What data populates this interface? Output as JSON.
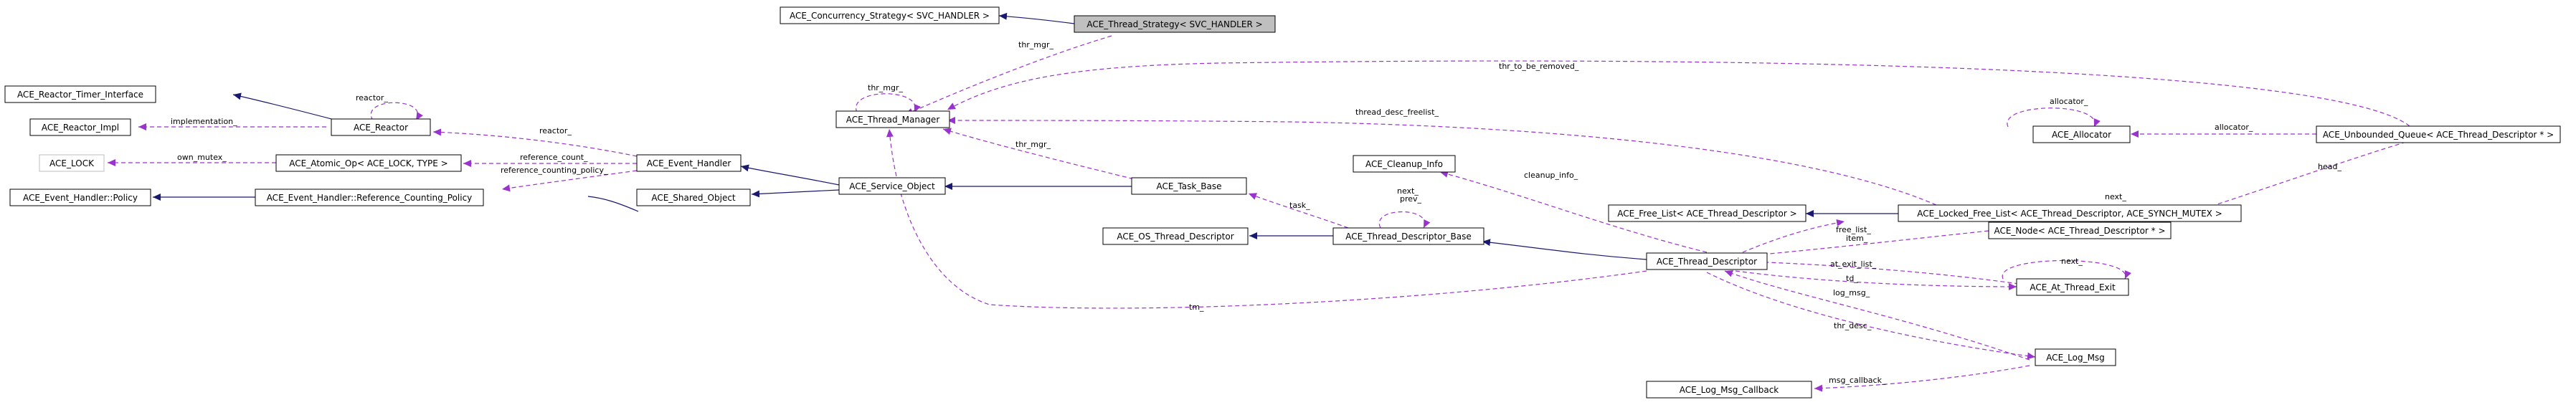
{
  "diagram": {
    "nodes": [
      {
        "id": "n_conc",
        "label": "ACE_Concurrency_Strategy< SVC_HANDLER >"
      },
      {
        "id": "n_tstrat",
        "label": "ACE_Thread_Strategy< SVC_HANDLER >",
        "highlight": true
      },
      {
        "id": "n_rti",
        "label": "ACE_Reactor_Timer_Interface"
      },
      {
        "id": "n_rimpl",
        "label": "ACE_Reactor_Impl"
      },
      {
        "id": "n_reactor",
        "label": "ACE_Reactor"
      },
      {
        "id": "n_tmgr",
        "label": "ACE_Thread_Manager"
      },
      {
        "id": "n_lock",
        "label": "ACE_LOCK",
        "grey": true
      },
      {
        "id": "n_atomic",
        "label": "ACE_Atomic_Op< ACE_LOCK, TYPE >"
      },
      {
        "id": "n_eh",
        "label": "ACE_Event_Handler"
      },
      {
        "id": "n_policy",
        "label": "ACE_Event_Handler::Policy"
      },
      {
        "id": "n_rcp",
        "label": "ACE_Event_Handler::Reference_Counting_Policy"
      },
      {
        "id": "n_sho",
        "label": "ACE_Shared_Object"
      },
      {
        "id": "n_so",
        "label": "ACE_Service_Object"
      },
      {
        "id": "n_task",
        "label": "ACE_Task_Base"
      },
      {
        "id": "n_ci",
        "label": "ACE_Cleanup_Info"
      },
      {
        "id": "n_osd",
        "label": "ACE_OS_Thread_Descriptor"
      },
      {
        "id": "n_tdb",
        "label": "ACE_Thread_Descriptor_Base"
      },
      {
        "id": "n_td",
        "label": "ACE_Thread_Descriptor"
      },
      {
        "id": "n_lmc",
        "label": "ACE_Log_Msg_Callback"
      },
      {
        "id": "n_ffl",
        "label": "ACE_Free_List< ACE_Thread_Descriptor >"
      },
      {
        "id": "n_lfl",
        "label": "ACE_Locked_Free_List< ACE_Thread_Descriptor, ACE_SYNCH_MUTEX >"
      },
      {
        "id": "n_alloc",
        "label": "ACE_Allocator"
      },
      {
        "id": "n_node",
        "label": "ACE_Node< ACE_Thread_Descriptor * >"
      },
      {
        "id": "n_ate",
        "label": "ACE_At_Thread_Exit"
      },
      {
        "id": "n_lm",
        "label": "ACE_Log_Msg"
      },
      {
        "id": "n_uq",
        "label": "ACE_Unbounded_Queue< ACE_Thread_Descriptor * >"
      }
    ],
    "edge_labels": [
      {
        "id": "l_thr_mgr1",
        "text": "thr_mgr_"
      },
      {
        "id": "l_reactor_self",
        "text": "reactor_"
      },
      {
        "id": "l_implementation",
        "text": "implementation_"
      },
      {
        "id": "l_thr_mgr_self",
        "text": "thr_mgr_"
      },
      {
        "id": "l_thr_to_be_removed",
        "text": "thr_to_be_removed_"
      },
      {
        "id": "l_allocator_self",
        "text": "allocator_"
      },
      {
        "id": "l_reactor2",
        "text": "reactor_"
      },
      {
        "id": "l_thread_desc_freelist",
        "text": "thread_desc_freelist_"
      },
      {
        "id": "l_allocator2",
        "text": "allocator_"
      },
      {
        "id": "l_own_mutex",
        "text": "own_mutex_"
      },
      {
        "id": "l_reference_count",
        "text": "reference_count_"
      },
      {
        "id": "l_reference_counting_policy",
        "text": "reference_counting_policy_"
      },
      {
        "id": "l_thr_mgr2",
        "text": "thr_mgr_"
      },
      {
        "id": "l_cleanup_info",
        "text": "cleanup_info_"
      },
      {
        "id": "l_free_list",
        "text": "free_list_"
      },
      {
        "id": "l_head",
        "text": "head_"
      },
      {
        "id": "l_next_prev",
        "text": "next_\nprev_"
      },
      {
        "id": "l_task",
        "text": "task_"
      },
      {
        "id": "l_next_node",
        "text": "next_"
      },
      {
        "id": "l_item",
        "text": "item_"
      },
      {
        "id": "l_at_exit_list",
        "text": "at_exit_list_"
      },
      {
        "id": "l_next_ate",
        "text": "next_"
      },
      {
        "id": "l_td",
        "text": "td_"
      },
      {
        "id": "l_log_msg",
        "text": "log_msg_"
      },
      {
        "id": "l_tm",
        "text": "tm_"
      },
      {
        "id": "l_thr_desc",
        "text": "thr_desc_"
      },
      {
        "id": "l_msg_callback",
        "text": "msg_callback_"
      }
    ]
  }
}
